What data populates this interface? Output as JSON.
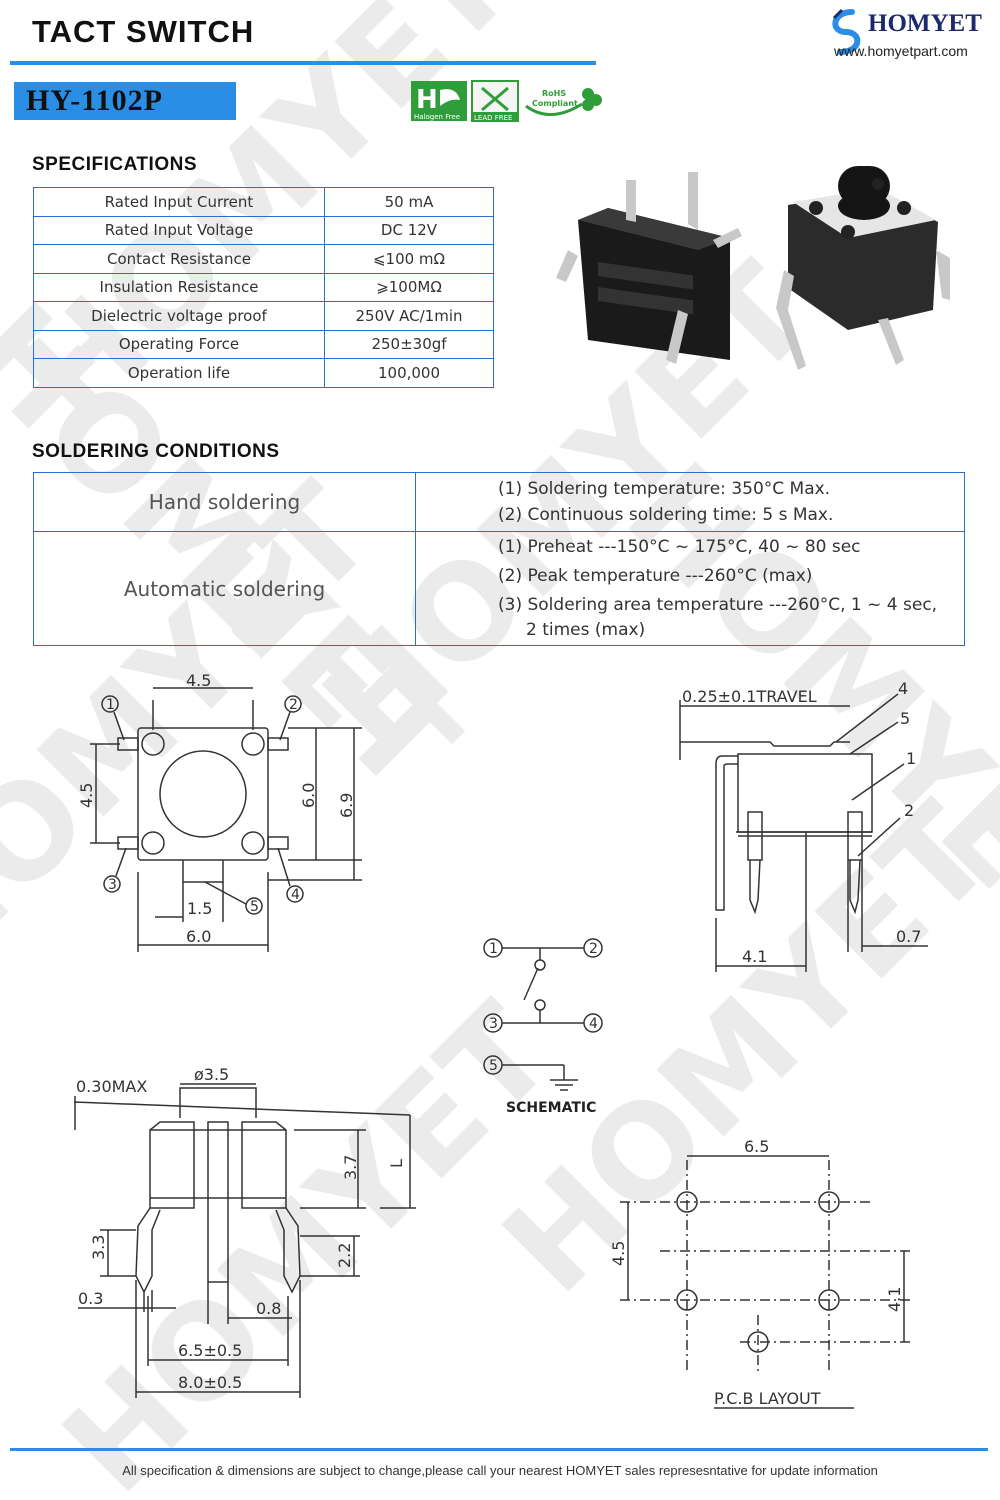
{
  "header": {
    "title": "TACT SWITCH",
    "brand_name": "HOMYET",
    "brand_url": "www.homyetpart.com",
    "model": "HY-1102P"
  },
  "badges": {
    "halogen": "Halogen Free",
    "lead": "LEAD FREE",
    "rohs_1": "RoHS",
    "rohs_2": "Compliant"
  },
  "specifications": {
    "heading": "SPECIFICATIONS",
    "rows": [
      {
        "label": "Rated Input Current",
        "value": "50 mA"
      },
      {
        "label": "Rated Input Voltage",
        "value": "DC 12V"
      },
      {
        "label": "Contact Resistance",
        "value": "⩽100 mΩ"
      },
      {
        "label": "Insulation Resistance",
        "value": "⩾100MΩ"
      },
      {
        "label": "Dielectric voltage proof",
        "value": "250V AC/1min"
      },
      {
        "label": "Operating Force",
        "value": "250±30gf"
      },
      {
        "label": "Operation life",
        "value": "100,000"
      }
    ]
  },
  "soldering": {
    "heading": "SOLDERING  CONDITIONS",
    "hand": {
      "label": "Hand soldering",
      "lines": [
        "(1) Soldering temperature: 350°C Max.",
        "(2) Continuous soldering time: 5 s Max."
      ]
    },
    "auto": {
      "label": "Automatic soldering",
      "lines": [
        "(1) Preheat ---150°C ~ 175°C, 40 ~ 80 sec",
        "(2) Peak temperature ---260°C (max)",
        "(3) Soldering area temperature ---260°C, 1 ~ 4 sec,"
      ],
      "continuation": "2 times (max)"
    }
  },
  "drawings": {
    "top_view": {
      "d_top": "4.5",
      "d_left": "4.5",
      "d_inner": "6.0",
      "d_outer": "6.9",
      "d_notch": "1.5",
      "d_bottom": "6.0",
      "p1": "1",
      "p2": "2",
      "p3": "3",
      "p4": "4",
      "p5": "5"
    },
    "side_view": {
      "travel": "0.25±0.1TRAVEL",
      "c4": "4",
      "c5": "5",
      "c1": "1",
      "c2": "2",
      "d_width": "4.1",
      "d_pin": "0.7"
    },
    "schematic": {
      "label": "SCHEMATIC",
      "n1": "1",
      "n2": "2",
      "n3": "3",
      "n4": "4",
      "n5": "5"
    },
    "front_view": {
      "max": "0.30MAX",
      "dia": "ø3.5",
      "d_h": "3.7",
      "d_l": "L",
      "d_left_h": "3.3",
      "d_right_h": "2.2",
      "d_03": "0.3",
      "d_08": "0.8",
      "d_65": "6.5±0.5",
      "d_80": "8.0±0.5"
    },
    "pcb": {
      "label": "P.C.B  LAYOUT",
      "d_w": "6.5",
      "d_h": "4.5",
      "d_h2": "4.1"
    }
  },
  "footer": {
    "note": "All specification & dimensions are subject to change,please call your nearest HOMYET sales represesntative for update information"
  }
}
